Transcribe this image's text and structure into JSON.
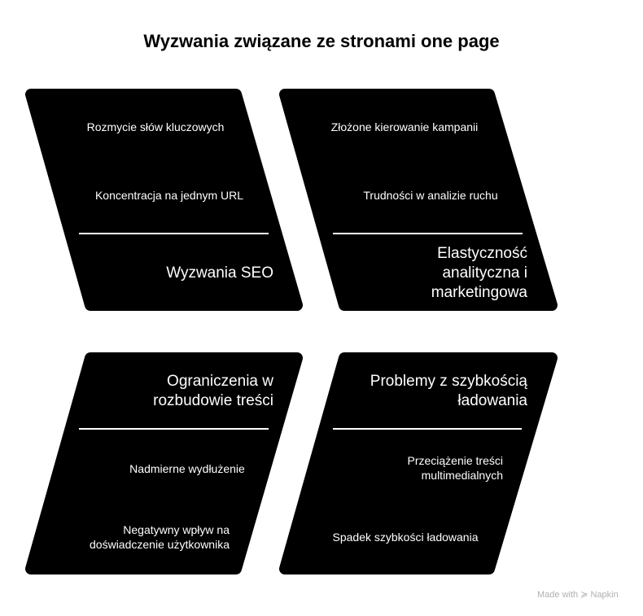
{
  "title": "Wyzwania związane ze stronami one page",
  "cards": [
    {
      "heading": [
        "Wyzwania SEO"
      ],
      "items": [
        "Rozmycie słów kluczowych",
        "Koncentracja na jednym URL"
      ]
    },
    {
      "heading": [
        "Elastyczność",
        "analityczna i",
        "marketingowa"
      ],
      "items": [
        "Złożone kierowanie kampanii",
        "Trudności w analizie ruchu"
      ]
    },
    {
      "heading": [
        "Ograniczenia w",
        "rozbudowie treści"
      ],
      "items": [
        "Nadmierne wydłużenie",
        [
          "Negatywny wpływ na",
          "doświadczenie użytkownika"
        ]
      ]
    },
    {
      "heading": [
        "Problemy z szybkością",
        "ładowania"
      ],
      "items": [
        [
          "Przeciążenie treści",
          "multimedialnych"
        ],
        "Spadek szybkości ładowania"
      ]
    }
  ],
  "watermark": "Made with ≽ Napkin",
  "colors": {
    "card": "#000000",
    "text": "#ffffff"
  }
}
